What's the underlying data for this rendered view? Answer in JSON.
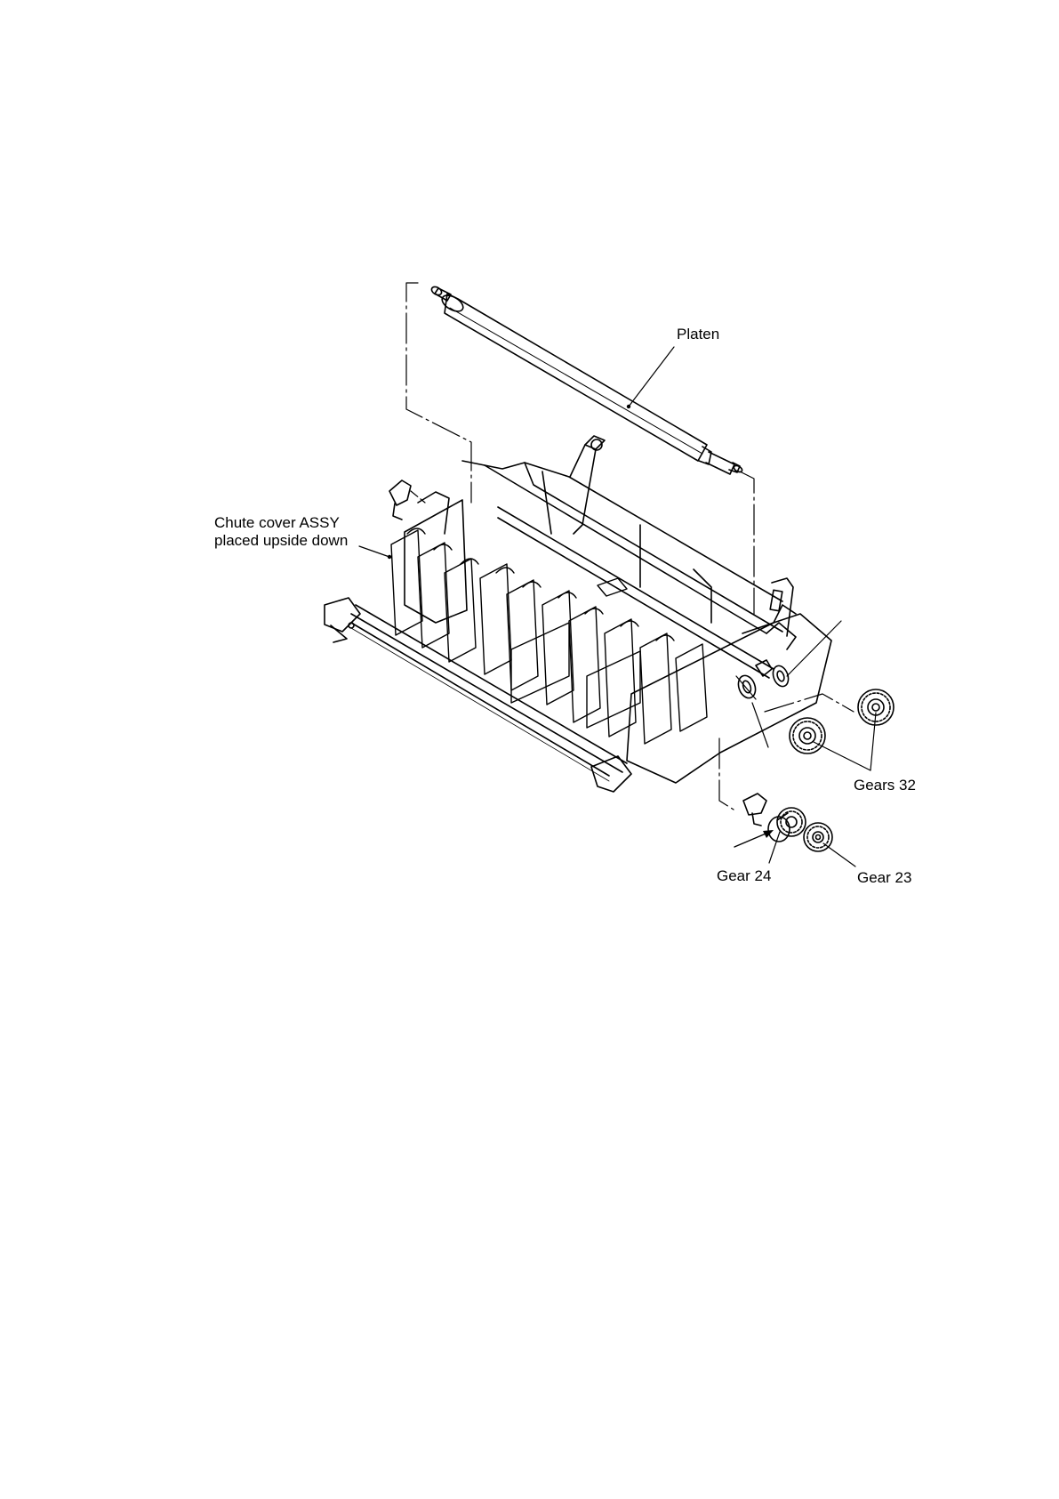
{
  "labels": {
    "platen": "Platen",
    "chute_line1": "Chute cover ASSY",
    "chute_line2": "placed upside down",
    "gears32": "Gears 32",
    "gear24": "Gear 24",
    "gear23": "Gear 23"
  },
  "colors": {
    "ink": "#000000",
    "paper": "#ffffff"
  }
}
